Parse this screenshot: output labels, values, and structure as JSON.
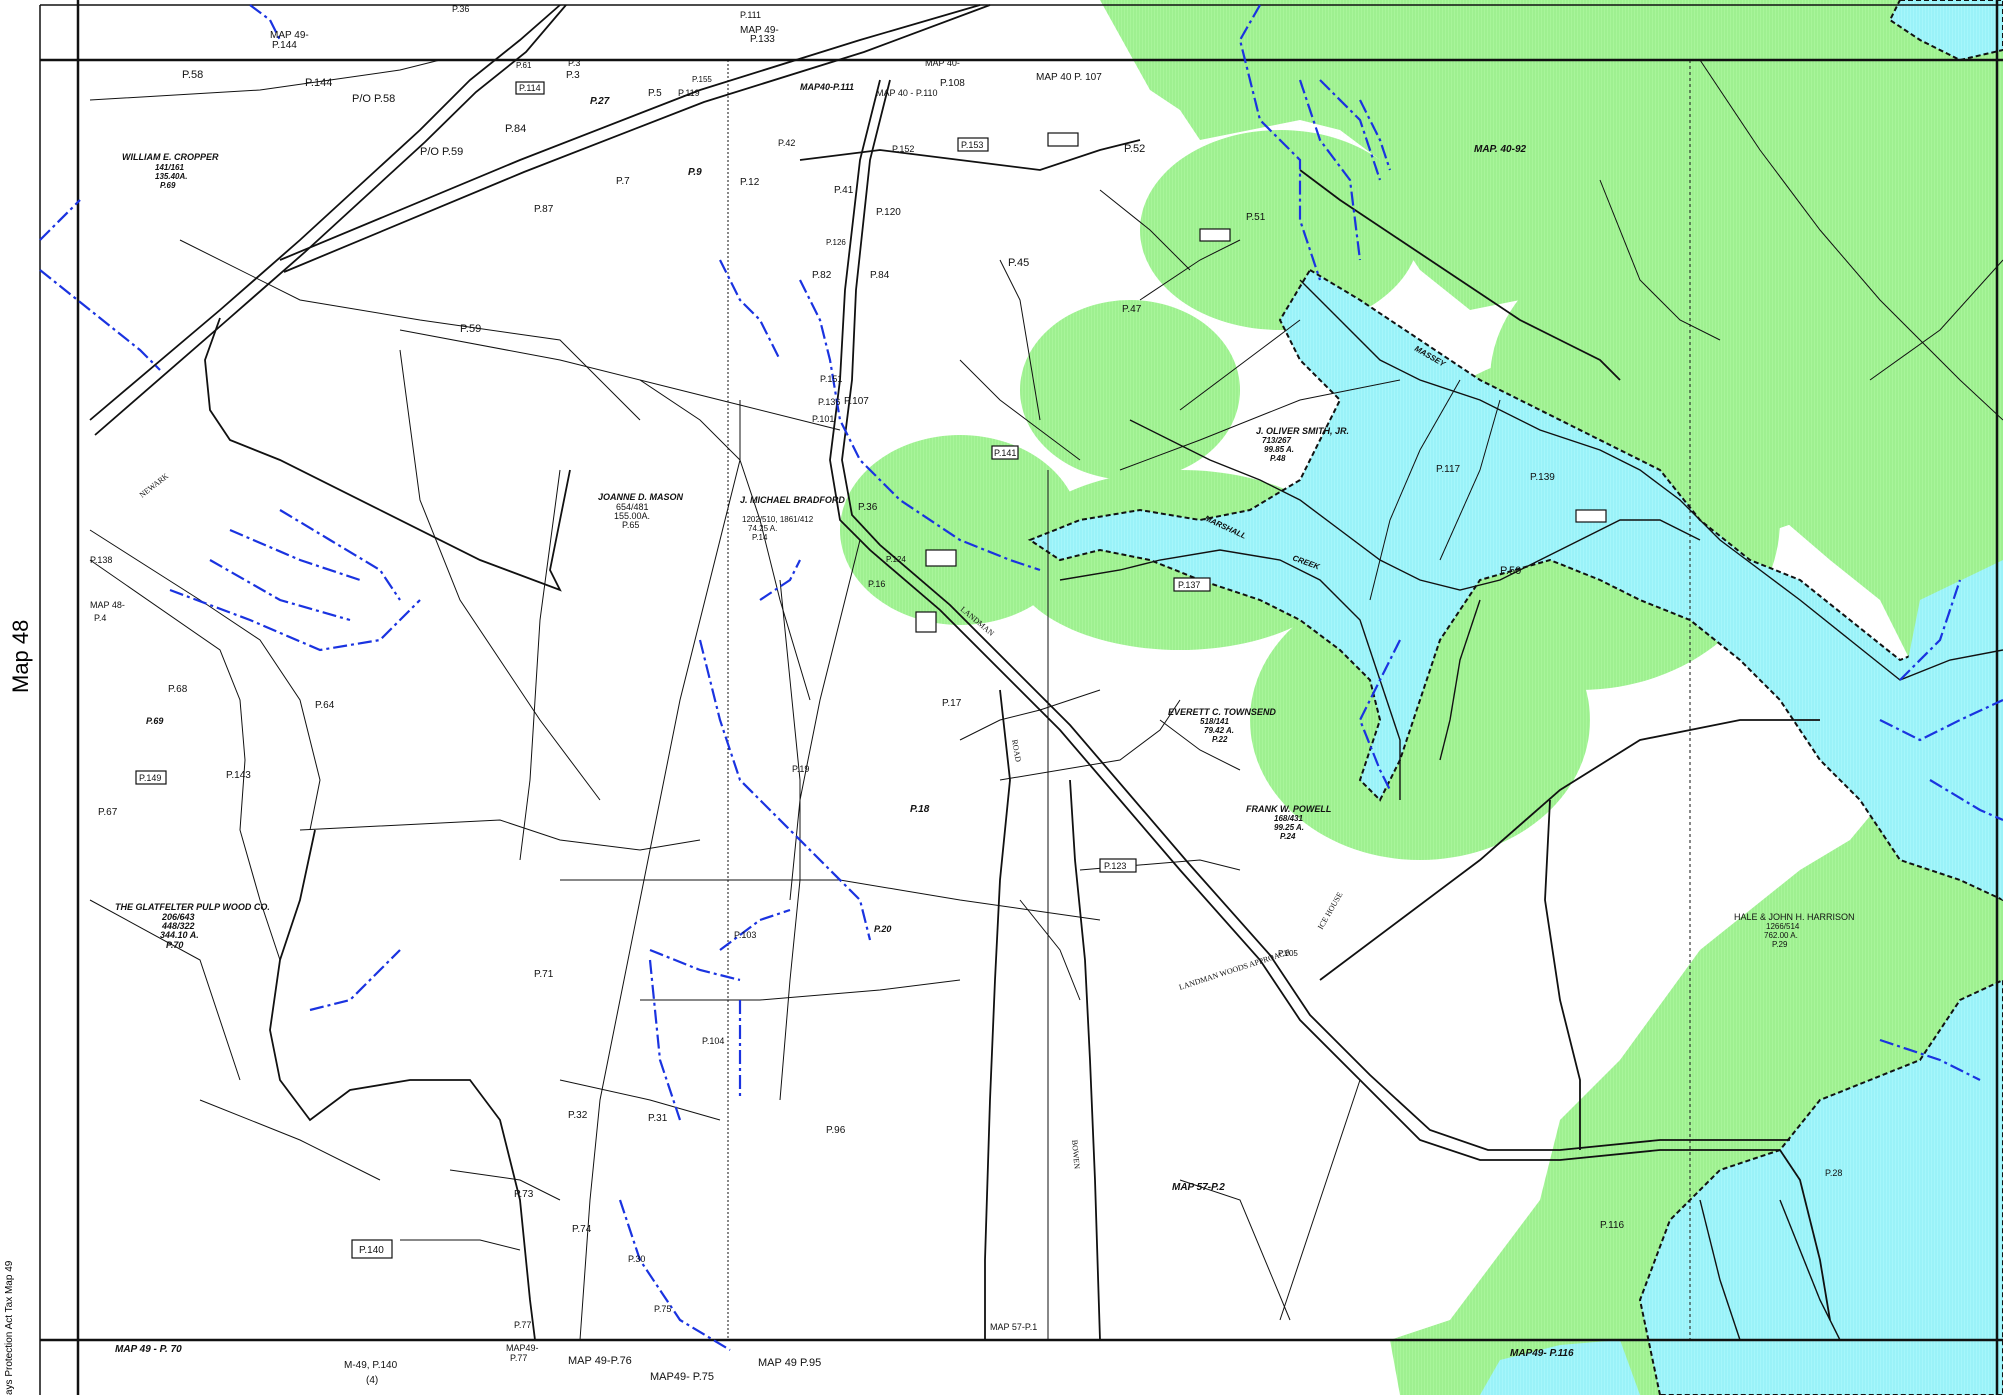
{
  "sheet": {
    "side_label": "Map 48",
    "side_footer": "ays Protection Act Tax Map 49"
  },
  "colors": {
    "buffer_green": "#a8f59a",
    "water_cyan": "#a6f6fb",
    "stream_blue": "#1a33e0",
    "line_black": "#111111",
    "paper": "#ffffff"
  },
  "map_labels": {
    "top": [
      "MAP 49-",
      "P.144",
      "P.36",
      "P.111",
      "P.133",
      "MAP 49-",
      "MAP 40-",
      "P.58",
      "P.144",
      "P/O P.58",
      "P.27",
      "P.5",
      "P.119",
      "P.3",
      "P.114",
      "P.155",
      "MAP40-P.111",
      "MAP 40 - P.110",
      "MAP 40 P. 107",
      "P.108",
      "P.84",
      "P.52",
      "MAP. 40-92"
    ],
    "owners": [
      "WILLIAM E. CROPPER",
      "JOANNE D. MASON",
      "J. MICHAEL BRADFORD",
      "J. OLIVER SMITH, JR.",
      "EVERETT C. TOWNSEND",
      "FRANK W. POWELL",
      "THE GLATFELTER PULP WOOD CO.",
      "HALE & JOHN H. HARRISON"
    ],
    "parcels": [
      "P/O P.59",
      "P.87",
      "P.7",
      "P.9",
      "P.12",
      "P.41",
      "P.120",
      "P.45",
      "P.47",
      "P.51",
      "P.59",
      "P.82",
      "P.84",
      "P.151",
      "P.107",
      "P.101",
      "P.136",
      "P.36",
      "P.141",
      "P.117",
      "P.50",
      "P.139",
      "P.138",
      "MAP 48-",
      "P.64",
      "P.4",
      "P.68",
      "P.69",
      "P.143",
      "P.149",
      "P.67",
      "P.17",
      "P.19",
      "P.18",
      "P.20",
      "P.103",
      "P.104",
      "P.71",
      "P.31",
      "P.32",
      "P.96",
      "P.73",
      "P.74",
      "P.140",
      "P.30",
      "P.75",
      "P.77",
      "P.16",
      "P.124",
      "P.153",
      "P.137",
      "P.123",
      "P.105",
      "P.116",
      "P.28",
      "MAP 57-P.2",
      "MAP 57-P.1",
      "P.61",
      "P.3",
      "P.42",
      "P.126",
      "P.152"
    ],
    "deeds": [
      "141/161",
      "135.40A.",
      "P.69",
      "654/481",
      "155.00A.",
      "P.65",
      "1202/510, 1861/412",
      "74.25 A.",
      "P.14",
      "713/267",
      "99.85 A.",
      "P.48",
      "518/141",
      "79.42 A.",
      "P.22",
      "168/431",
      "99.25 A.",
      "P.24",
      "206/643",
      "448/322",
      "344.10 A.",
      "P.70",
      "1266/514",
      "762.00 A.",
      "P.29"
    ],
    "roads": [
      "NEWARK",
      "LANDMAN",
      "ROAD",
      "MARSHALL",
      "CREEK",
      "MASSEY",
      "BOWEN",
      "LANDMAN WOODS APPROACH",
      "ICE HOUSE"
    ],
    "bottom": [
      "MAP 49 - P. 70",
      "M-49, P.140",
      "(4)",
      "MAP49-",
      "P.77",
      "MAP 49-P.76",
      "MAP49- P.75",
      "MAP 49 P.95",
      "MAP49- P.116"
    ]
  }
}
